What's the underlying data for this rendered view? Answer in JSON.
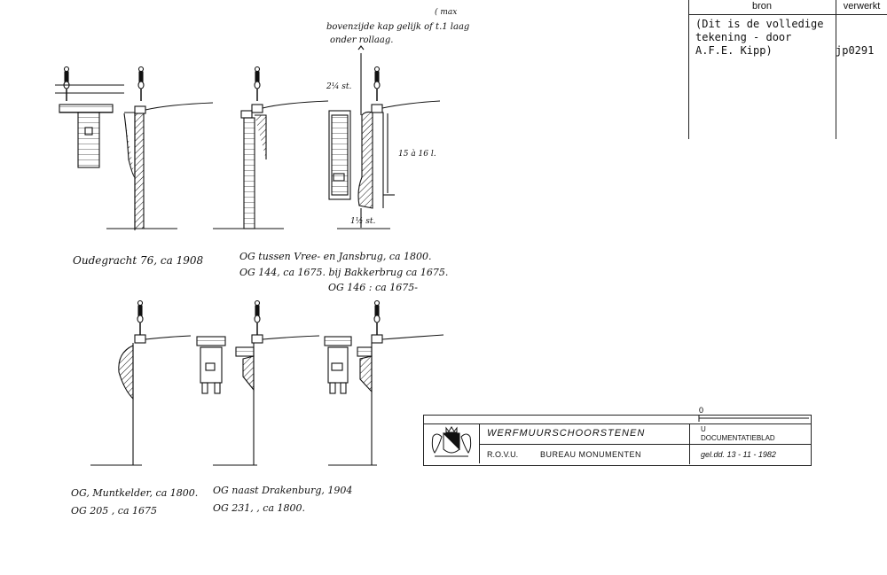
{
  "source_table": {
    "header_bron": "bron",
    "header_verwerkt": "verwerkt",
    "bron_text": "(Dit is de volledige\ntekening - door\nA.F.E. Kipp)",
    "verwerkt_text": "jp0291"
  },
  "annotations": {
    "top_note_line1": "bovenzijde kap gelijk of t.1 laag",
    "top_note_max": "( max",
    "top_note_line2": "onder rollaag.",
    "dim_upper": "2¼ st.",
    "dim_height": "15 à 16 l.",
    "dim_lower": "1½ st."
  },
  "captions": {
    "c1": "Oudegracht 76, ca 1908",
    "c2_line1": "OG tussen Vree- en Jansbrug, ca 1800.",
    "c2_line2": "OG 144, ca 1675.  bij Bakkerbrug  ca 1675.",
    "c2_line3": "OG 146 : ca 1675-",
    "c3_line1": "OG, Muntkelder, ca 1800.",
    "c3_line2": "OG 205 , ca 1675",
    "c4_line1": "OG naast Drakenburg, 1904",
    "c4_line2": "OG 231,       , ca 1800."
  },
  "title_block": {
    "title": "WERFMUURSCHOORSTENEN",
    "org": "R.O.V.U.",
    "dept": "BUREAU MONUMENTEN",
    "doc_code": "U",
    "doc_type": "DOCUMENTATIEBLAD",
    "date": "gel.dd. 13 - 11 - 1982",
    "scale_zero": "0"
  },
  "colors": {
    "ink": "#111111",
    "paper": "#ffffff"
  }
}
